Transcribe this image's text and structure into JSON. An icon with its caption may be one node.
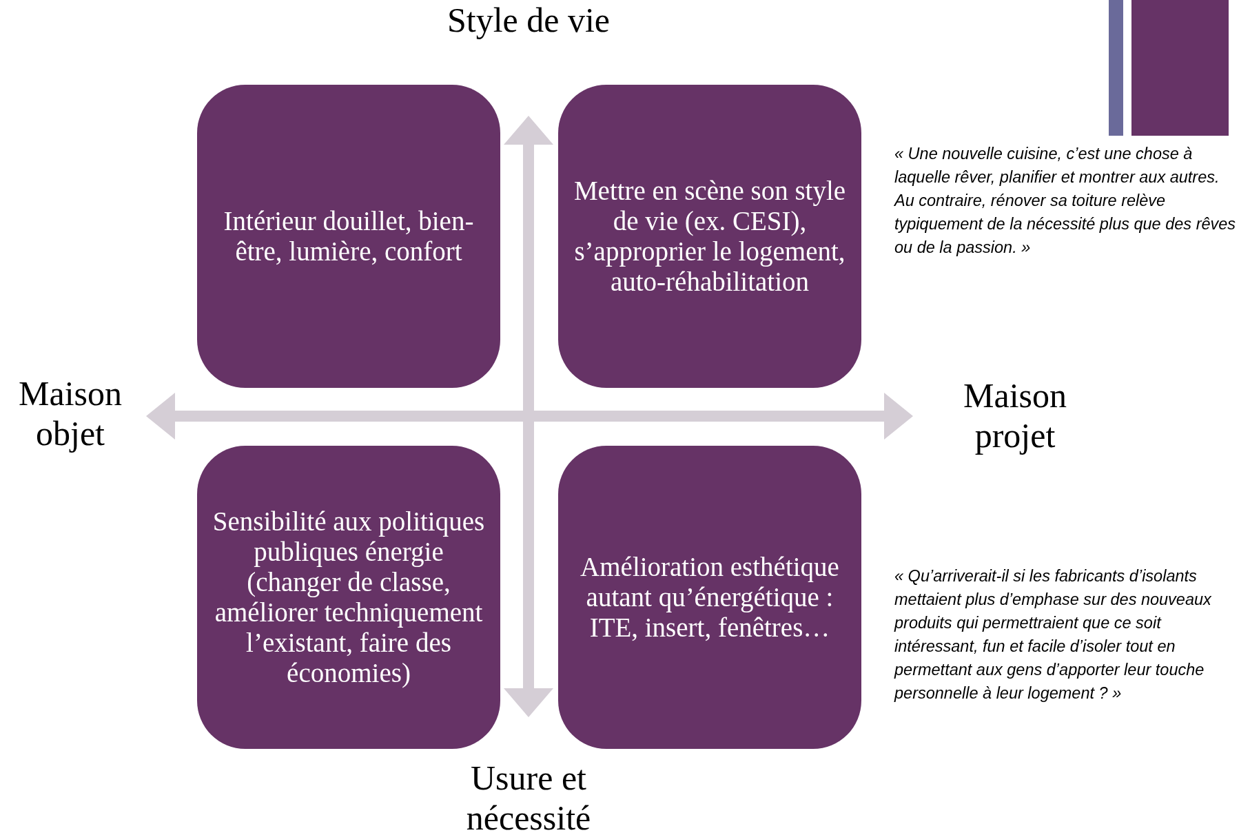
{
  "diagram": {
    "nodes": [
      {
        "text": [
          "Intérieur douillet, bien-être, lumière, confort"
        ]
      },
      {
        "text": [
          "Mettre en scène son style de vie (ex. CESI), s’approprier le logement, auto-réhabilitation"
        ]
      },
      {
        "text": [
          "Sensibilité aux politiques publiques énergie (changer de classe, améliorer techniquement l’existant, faire des économies)"
        ]
      },
      {
        "text": [
          "Amélioration esthétique autant qu’énergétique : ITE, insert, fenêtres…"
        ]
      }
    ],
    "labels": [
      "Style de vie",
      "Maison objet",
      "Maison projet",
      "Usure et nécessité",
      "« Une nouvelle cuisine, c’est une chose à laquelle rêver, planifier et montrer aux autres. Au contraire, rénover sa toiture relève typiquement de la nécessité plus que des rêves ou de la passion. »",
      "« Qu’arriverait-il si les fabricants d’isolants mettaient plus d’emphase sur des nouveaux produits qui permettraient que ce soit intéressant, fun et facile d’isoler tout en permettant aux gens d’apporter leur touche personnelle à leur logement ? »"
    ]
  }
}
